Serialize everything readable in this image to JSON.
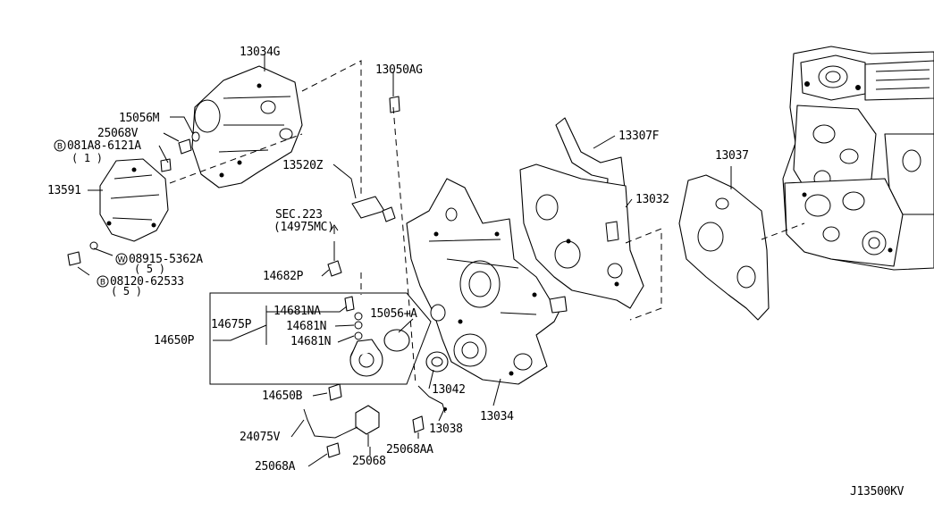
{
  "title": "",
  "diagram_code": "J13500KV",
  "labels": {
    "p13034G": "13034G",
    "p13050AG": "13050AG",
    "p15056M": "15056M",
    "p25068V": "25068V",
    "p081A8": "081A8-6121A",
    "p081A8_qty": "( 1 )",
    "p13591": "13591",
    "p08915": "08915-5362A",
    "p08915_qty": "( 5 )",
    "p08120": "08120-62533",
    "p08120_qty": "( 5 )",
    "p13520Z": "13520Z",
    "sec_ref": "SEC.223",
    "sec_ref_part": "(14975MC)",
    "p14682P": "14682P",
    "p14650P": "14650P",
    "p14675P": "14675P",
    "p14681NA": "14681NA",
    "p14681N_1": "14681N",
    "p14681N_2": "14681N",
    "p15056A": "15056+A",
    "p14650B": "14650B",
    "p24075V": "24075V",
    "p25068A": "25068A",
    "p25068": "25068",
    "p25068AA": "25068AA",
    "p13038": "13038",
    "p13042": "13042",
    "p13034": "13034",
    "p13307F": "13307F",
    "p13032": "13032",
    "p13037": "13037"
  },
  "badges": {
    "bolt_b": "B",
    "washer_w": "W"
  }
}
